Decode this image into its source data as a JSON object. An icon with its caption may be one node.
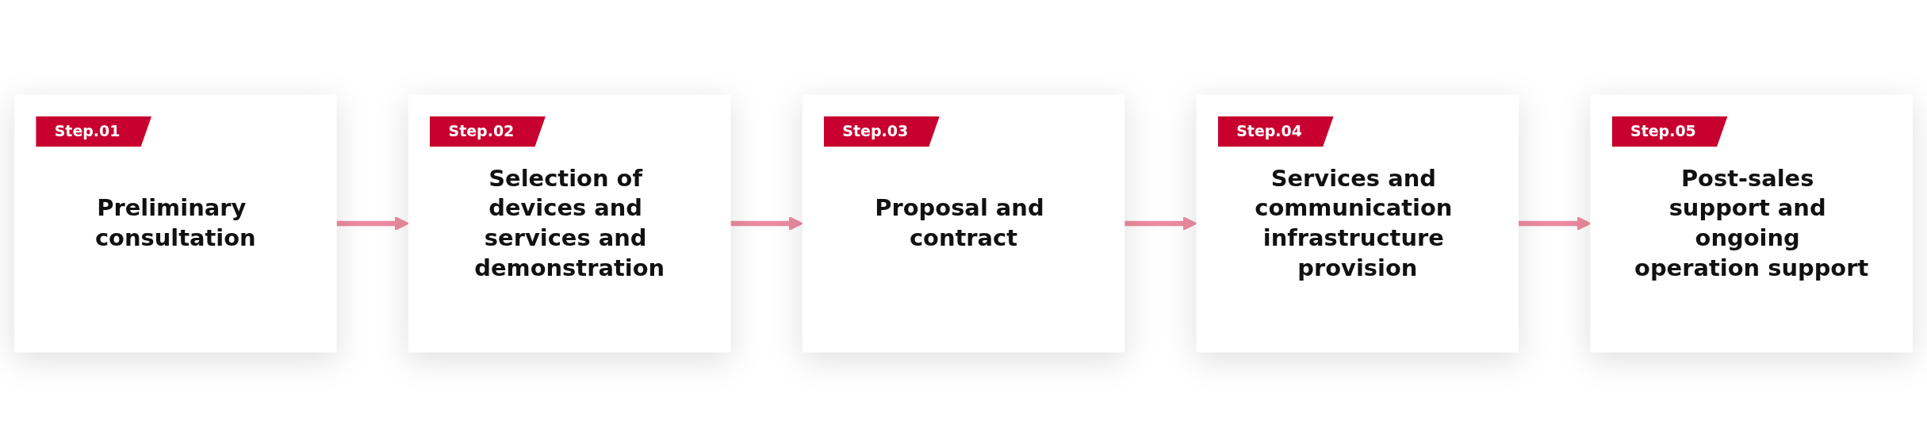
{
  "diagram": {
    "nodes": [
      {
        "text": [
          "Step.01",
          "Preliminary consultation"
        ]
      },
      {
        "text": [
          "Step.02",
          "Selection of devices and services and demonstration"
        ]
      },
      {
        "text": [
          "Step.03",
          "Proposal and contract"
        ]
      },
      {
        "text": [
          "Step.04",
          "Services and communication infrastructure provision"
        ]
      },
      {
        "text": [
          "Step.05",
          "Post-sales support and ongoing operation support"
        ]
      }
    ],
    "edges": [
      {
        "from": 0,
        "to": 1,
        "arrow": "to"
      },
      {
        "from": 1,
        "to": 2,
        "arrow": "to"
      },
      {
        "from": 2,
        "to": 3,
        "arrow": "to"
      },
      {
        "from": 3,
        "to": 4,
        "arrow": "to"
      }
    ]
  }
}
